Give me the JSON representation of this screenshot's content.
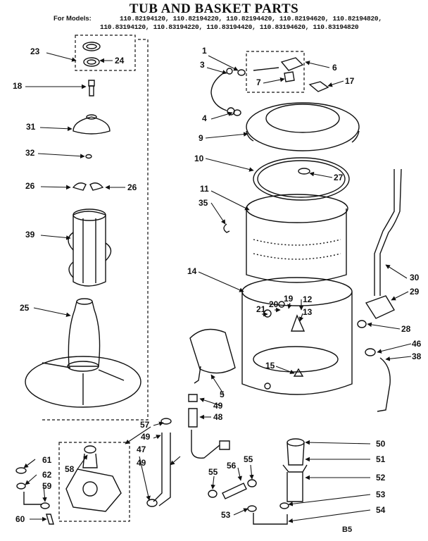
{
  "header": {
    "title": "TUB AND BASKET PARTS",
    "models_prefix": "For Models:",
    "models_line1": "110.82194120, 110.82194220, 110.82194420, 110.82194620, 110.82194820,",
    "models_line2": "110.83194120, 110.83194220, 110.83194420, 110.83194620, 110.83194820"
  },
  "callouts": {
    "c23": "23",
    "c24": "24",
    "c18": "18",
    "c31": "31",
    "c32": "32",
    "c26a": "26",
    "c26b": "26",
    "c39": "39",
    "c25": "25",
    "c1": "1",
    "c3": "3",
    "c4": "4",
    "c6": "6",
    "c7": "7",
    "c17": "17",
    "c9": "9",
    "c10": "10",
    "c27": "27",
    "c11": "11",
    "c35": "35",
    "c14": "14",
    "c30": "30",
    "c29": "29",
    "c12": "12",
    "c19": "19",
    "c20": "20",
    "c21": "21",
    "c13": "13",
    "c28": "28",
    "c46": "46",
    "c38": "38",
    "c15": "15",
    "c5": "5",
    "c49a": "49",
    "c48": "48",
    "c57": "57",
    "c49b": "49",
    "c47": "47",
    "c49c": "49",
    "c50": "50",
    "c51": "51",
    "c56": "56",
    "c55a": "55",
    "c55b": "55",
    "c52": "52",
    "c53a": "53",
    "c53b": "53",
    "c54": "54",
    "c61": "61",
    "c62": "62",
    "c58": "58",
    "c59": "59",
    "c60": "60"
  },
  "footnote": "B5"
}
